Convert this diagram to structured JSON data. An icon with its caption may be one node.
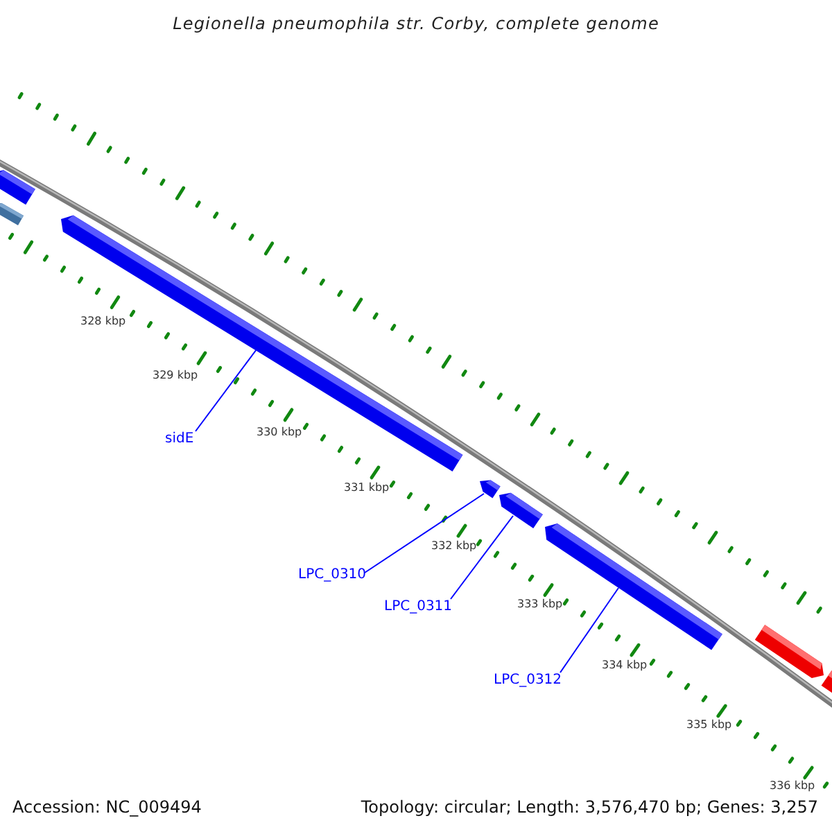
{
  "diagram": {
    "title": "Legionella pneumophila str. Corby, complete genome",
    "nodes": [
      {
        "text": [],
        "shape": "bar"
      },
      {
        "text": [],
        "shape": "bar"
      },
      {
        "text": [
          "sidE"
        ]
      },
      {
        "text": [],
        "shape": "bar"
      },
      {
        "text": [
          "LPC_0310"
        ]
      },
      {
        "text": [],
        "shape": "bar"
      },
      {
        "text": [
          "LPC_0311"
        ]
      },
      {
        "text": [],
        "shape": "bar"
      },
      {
        "text": [
          "LPC_0312"
        ]
      },
      {
        "text": [],
        "shape": "bar"
      },
      {
        "text": [],
        "shape": "bar"
      },
      {
        "text": [],
        "shape": "bar"
      }
    ],
    "edges": [
      {
        "from": 2,
        "to": 3,
        "arrow": "none"
      },
      {
        "from": 4,
        "to": 5,
        "arrow": "none"
      },
      {
        "from": 6,
        "to": 7,
        "arrow": "none"
      },
      {
        "from": 8,
        "to": 9,
        "arrow": "none"
      }
    ],
    "labels": [
      "328 kbp",
      "329 kbp",
      "330 kbp",
      "331 kbp",
      "332 kbp",
      "333 kbp",
      "334 kbp",
      "335 kbp",
      "336 kbp",
      "Accession: NC_009494",
      "Topology: circular; Length: 3,576,470 bp; Genes: 3,257"
    ]
  }
}
